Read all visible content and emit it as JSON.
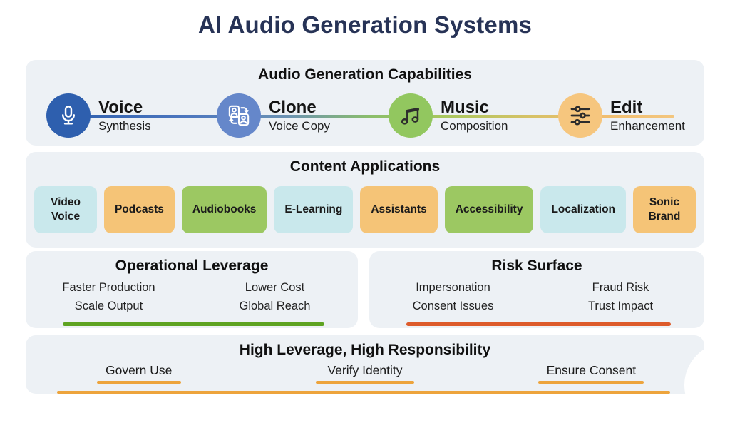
{
  "title": "AI Audio Generation Systems",
  "capabilities": {
    "header": "Audio Generation Capabilities",
    "items": [
      {
        "title": "Voice",
        "subtitle": "Synthesis",
        "icon": "microphone-icon",
        "circle_color": "#2e5fae"
      },
      {
        "title": "Clone",
        "subtitle": "Voice Copy",
        "icon": "clone-icon",
        "circle_color": "#6587ca"
      },
      {
        "title": "Music",
        "subtitle": "Composition",
        "icon": "music-note-icon",
        "circle_color": "#92c75f"
      },
      {
        "title": "Edit",
        "subtitle": "Enhancement",
        "icon": "sliders-icon",
        "circle_color": "#f6c67e"
      }
    ],
    "line_colors": [
      "#2e5fae",
      "#8bbe6a",
      "#f3c67e"
    ]
  },
  "applications": {
    "header": "Content Applications",
    "chips": [
      {
        "label": "Video Voice",
        "color": "#c9e8ec"
      },
      {
        "label": "Podcasts",
        "color": "#f5c477"
      },
      {
        "label": "Audiobooks",
        "color": "#9cc862"
      },
      {
        "label": "E-Learning",
        "color": "#c9e8ec"
      },
      {
        "label": "Assistants",
        "color": "#f5c477"
      },
      {
        "label": "Accessibility",
        "color": "#9cc862"
      },
      {
        "label": "Localization",
        "color": "#c9e8ec"
      },
      {
        "label": "Sonic Brand",
        "color": "#f5c477"
      }
    ]
  },
  "leverage": {
    "header": "Operational Leverage",
    "items": [
      "Faster Production",
      "Lower Cost",
      "Scale Output",
      "Global Reach"
    ],
    "underline_color": "#5ea321"
  },
  "risk": {
    "header": "Risk Surface",
    "items": [
      "Impersonation",
      "Fraud Risk",
      "Consent Issues",
      "Trust Impact"
    ],
    "underline_color": "#dd5b2b"
  },
  "footer": {
    "header": "High Leverage, High Responsibility",
    "items": [
      "Govern Use",
      "Verify Identity",
      "Ensure Consent"
    ],
    "underline_color": "#eda43c"
  }
}
